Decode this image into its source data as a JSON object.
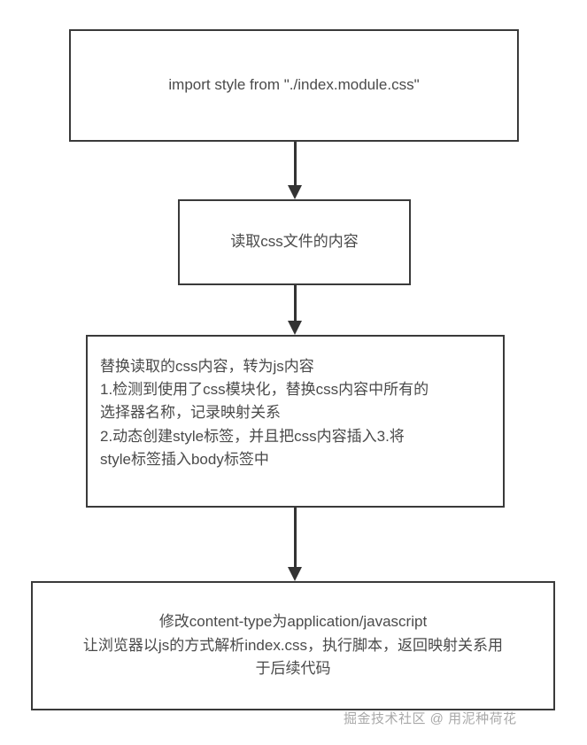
{
  "diagram": {
    "title": "CSS Modules build pipeline flowchart",
    "background_color": "#ffffff",
    "border_color": "#3a3a3a",
    "text_color": "#4a4a4a",
    "arrow_color": "#333333",
    "nodes": [
      {
        "id": "import",
        "text": "import style from \"./index.module.css\"",
        "align": "center"
      },
      {
        "id": "read",
        "text": "读取css文件的内容",
        "align": "center"
      },
      {
        "id": "transform",
        "text": "替换读取的css内容，转为js内容\n1.检测到使用了css模块化，替换css内容中所有的\n选择器名称，记录映射关系\n2.动态创建style标签，并且把css内容插入3.将\nstyle标签插入body标签中",
        "align": "left"
      },
      {
        "id": "contenttype",
        "text": "修改content-type为application/javascript\n让浏览器以js的方式解析index.css，执行脚本，返回映射关系用\n于后续代码",
        "align": "center"
      }
    ],
    "connectors": [
      {
        "id": "arrow-1",
        "from": "import",
        "to": "read",
        "direction": "down"
      },
      {
        "id": "arrow-2",
        "from": "read",
        "to": "transform",
        "direction": "down"
      },
      {
        "id": "arrow-3",
        "from": "transform",
        "to": "contenttype",
        "direction": "down"
      }
    ]
  },
  "watermark": {
    "text": "掘金技术社区 @ 用泥种荷花",
    "color": "#9a9a9a"
  }
}
